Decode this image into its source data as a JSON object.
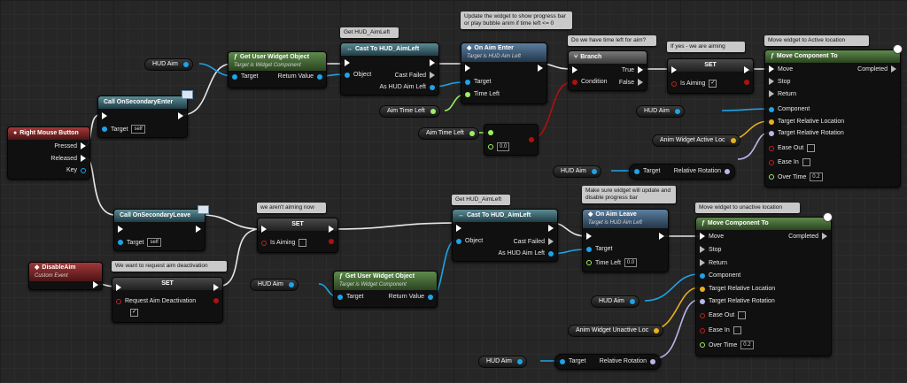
{
  "comments": {
    "get_hud_top": "Get HUD_AimLeft",
    "update_widget": "Update the widget to show progress bar or play bubble anim if time left <= 0",
    "do_we_have_time": "Do we have time left for aim?",
    "if_yes_aiming": "If yes - we are aiming",
    "move_to_active": "Move widget to Active location",
    "we_arent_aiming": "we aren't aiming now",
    "get_hud_bottom": "Get HUD_AimLeft",
    "make_sure_widget": "Make sure widget will update and disable progress bar",
    "move_to_unactive": "Move widget to unactive location",
    "request_aim_deactivation": "We want to request aim deactivation"
  },
  "rmb": {
    "title": "Right Mouse Button",
    "pressed": "Pressed",
    "released": "Released",
    "key": "Key"
  },
  "call_enter": {
    "title": "Call OnSecondaryEnter",
    "target": "Target",
    "self": "self"
  },
  "call_leave": {
    "title": "Call OnSecondaryLeave",
    "target": "Target",
    "self": "self"
  },
  "get_widget_top": {
    "title": "Get User Widget Object",
    "subtitle": "Target is Widget Component",
    "target": "Target",
    "return": "Return Value"
  },
  "get_widget_bottom": {
    "title": "Get User Widget Object",
    "subtitle": "Target is Widget Component",
    "target": "Target",
    "return": "Return Value"
  },
  "cast_top": {
    "title": "Cast To HUD_AimLeft",
    "object": "Object",
    "failed": "Cast Failed",
    "as": "As HUD Aim Left"
  },
  "cast_bottom": {
    "title": "Cast To HUD_AimLeft",
    "object": "Object",
    "failed": "Cast Failed",
    "as": "As HUD Aim Left"
  },
  "aim_enter": {
    "title": "On Aim Enter",
    "subtitle": "Target is HUD Aim Left",
    "target": "Target",
    "time_left": "Time Left"
  },
  "aim_leave": {
    "title": "On Aim Leave",
    "subtitle": "Target is HUD Aim Left",
    "target": "Target",
    "time_left": "Time Left",
    "time_value": "0.0"
  },
  "branch": {
    "title": "Branch",
    "condition": "Condition",
    "true": "True",
    "false": "False"
  },
  "set_top": {
    "title": "SET",
    "is_aiming": "Is Aiming",
    "checked": "✓"
  },
  "set_mid": {
    "title": "SET",
    "is_aiming": "Is Aiming",
    "checked": ""
  },
  "set_bottom": {
    "title": "SET",
    "request": "Request Aim Deactivation",
    "checked": "✓"
  },
  "compare": {
    "value": "0.0"
  },
  "disable_aim": {
    "title": "DisableAim",
    "subtitle": "Custom Event"
  },
  "move_top": {
    "title": "Move Component To",
    "move": "Move",
    "stop": "Stop",
    "return": "Return",
    "completed": "Completed",
    "component": "Component",
    "location": "Target Relative Location",
    "rotation": "Target Relative Rotation",
    "ease_out": "Ease Out",
    "ease_in": "Ease In",
    "over_time": "Over Time",
    "over_value": "0.2"
  },
  "move_bottom": {
    "title": "Move Component To",
    "move": "Move",
    "stop": "Stop",
    "return": "Return",
    "completed": "Completed",
    "component": "Component",
    "location": "Target Relative Location",
    "rotation": "Target Relative Rotation",
    "ease_out": "Ease Out",
    "ease_in": "Ease In",
    "over_time": "Over Time",
    "over_value": "0.2"
  },
  "vars": {
    "hud_aim_1": "HUD Aim",
    "aim_time_left_1": "Aim Time Left",
    "aim_time_left_2": "Aim Time Left",
    "hud_aim_2": "HUD Aim",
    "active_loc": "Anim Widget Active Loc",
    "hud_aim_3": "HUD Aim",
    "hud_aim_4": "HUD Aim",
    "hud_aim_5": "HUD Aim",
    "unactive_loc": "Anim Widget Unactive Loc",
    "hud_aim_6": "HUD Aim"
  },
  "rot_top": {
    "target": "Target",
    "rotation": "Relative Rotation"
  },
  "rot_bottom": {
    "target": "Target",
    "rotation": "Relative Rotation"
  }
}
